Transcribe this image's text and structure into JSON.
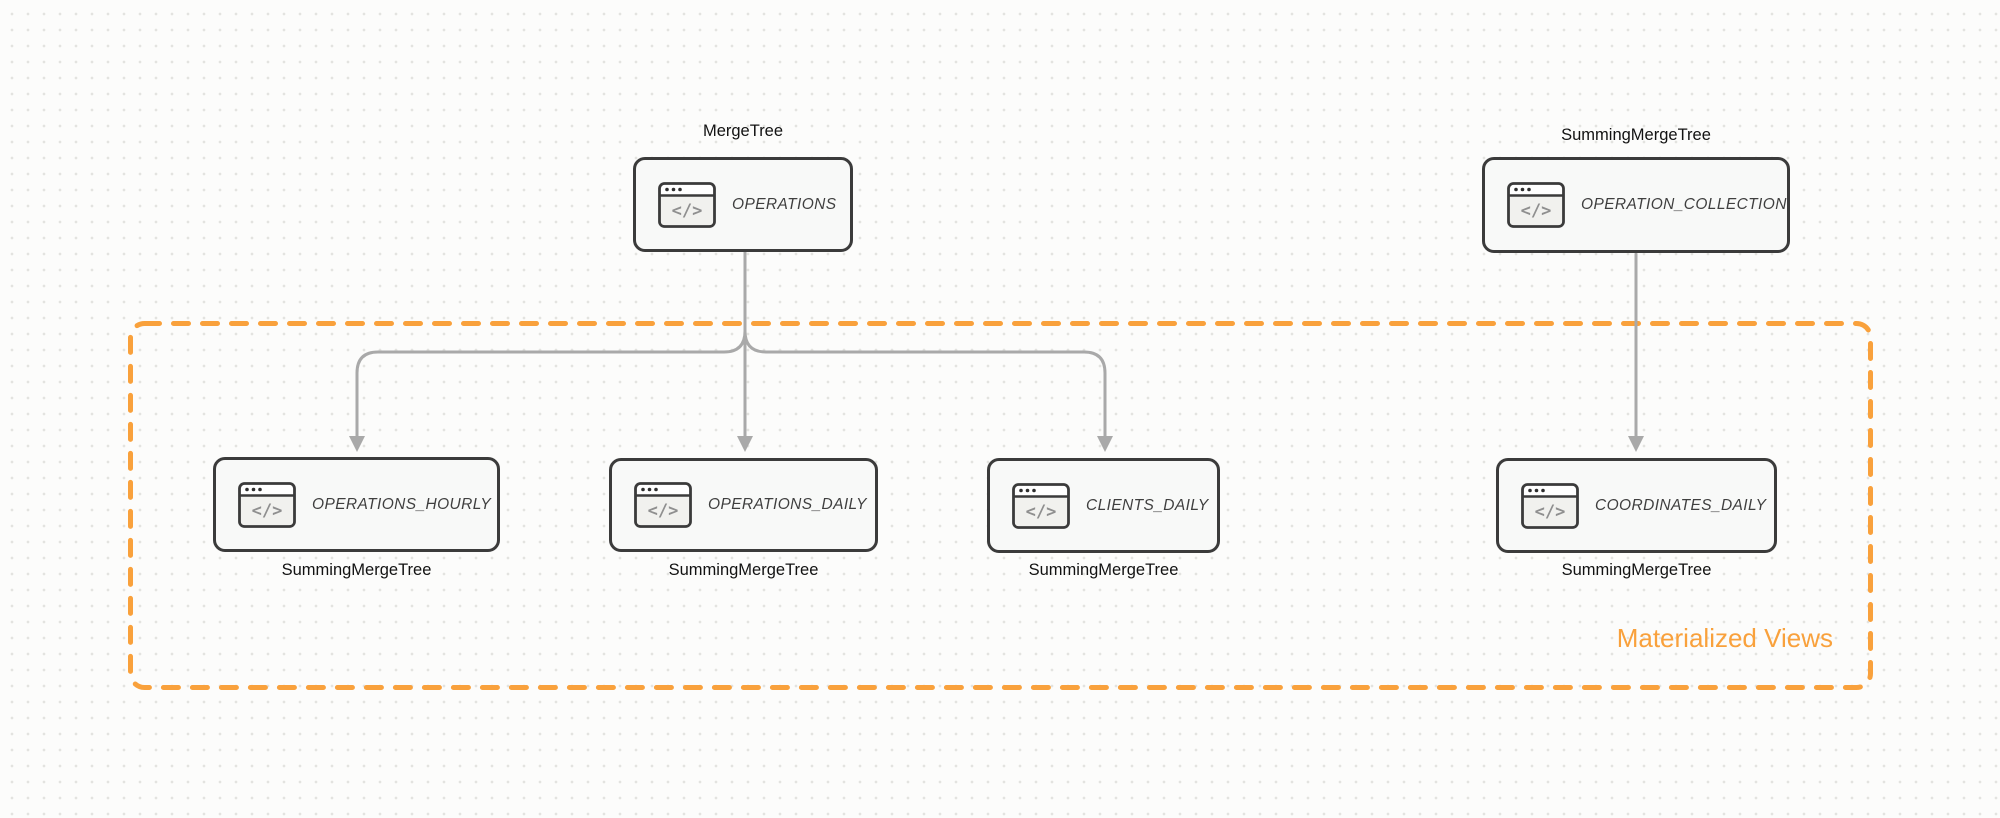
{
  "canvas": {
    "background_color": "#FCFCFB",
    "dot_grid_color": "#E3E3E0"
  },
  "diagram": {
    "icon_name": "code-window-icon",
    "icon_glyph": "</>",
    "colors": {
      "node_border": "#3B3B3B",
      "node_fill": "#F8F9F8",
      "connector_gray": "#A9A9A9",
      "accent_orange": "#F9A13C"
    },
    "nodes": {
      "operations": {
        "label": "OPERATIONS",
        "engine": "MergeTree"
      },
      "operation_collection": {
        "label": "OPERATION_COLLECTION",
        "engine": "SummingMergeTree"
      },
      "operations_hourly": {
        "label": "OPERATIONS_HOURLY",
        "engine": "SummingMergeTree"
      },
      "operations_daily": {
        "label": "OPERATIONS_DAILY",
        "engine": "SummingMergeTree"
      },
      "clients_daily": {
        "label": "CLIENTS_DAILY",
        "engine": "SummingMergeTree"
      },
      "coordinates_daily": {
        "label": "COORDINATES_DAILY",
        "engine": "SummingMergeTree"
      }
    },
    "edges": [
      {
        "from": "OPERATIONS",
        "to": "OPERATIONS_HOURLY"
      },
      {
        "from": "OPERATIONS",
        "to": "OPERATIONS_DAILY"
      },
      {
        "from": "OPERATIONS",
        "to": "CLIENTS_DAILY"
      },
      {
        "from": "OPERATION_COLLECTION",
        "to": "COORDINATES_DAILY"
      }
    ],
    "group": {
      "label": "Materialized Views"
    }
  }
}
